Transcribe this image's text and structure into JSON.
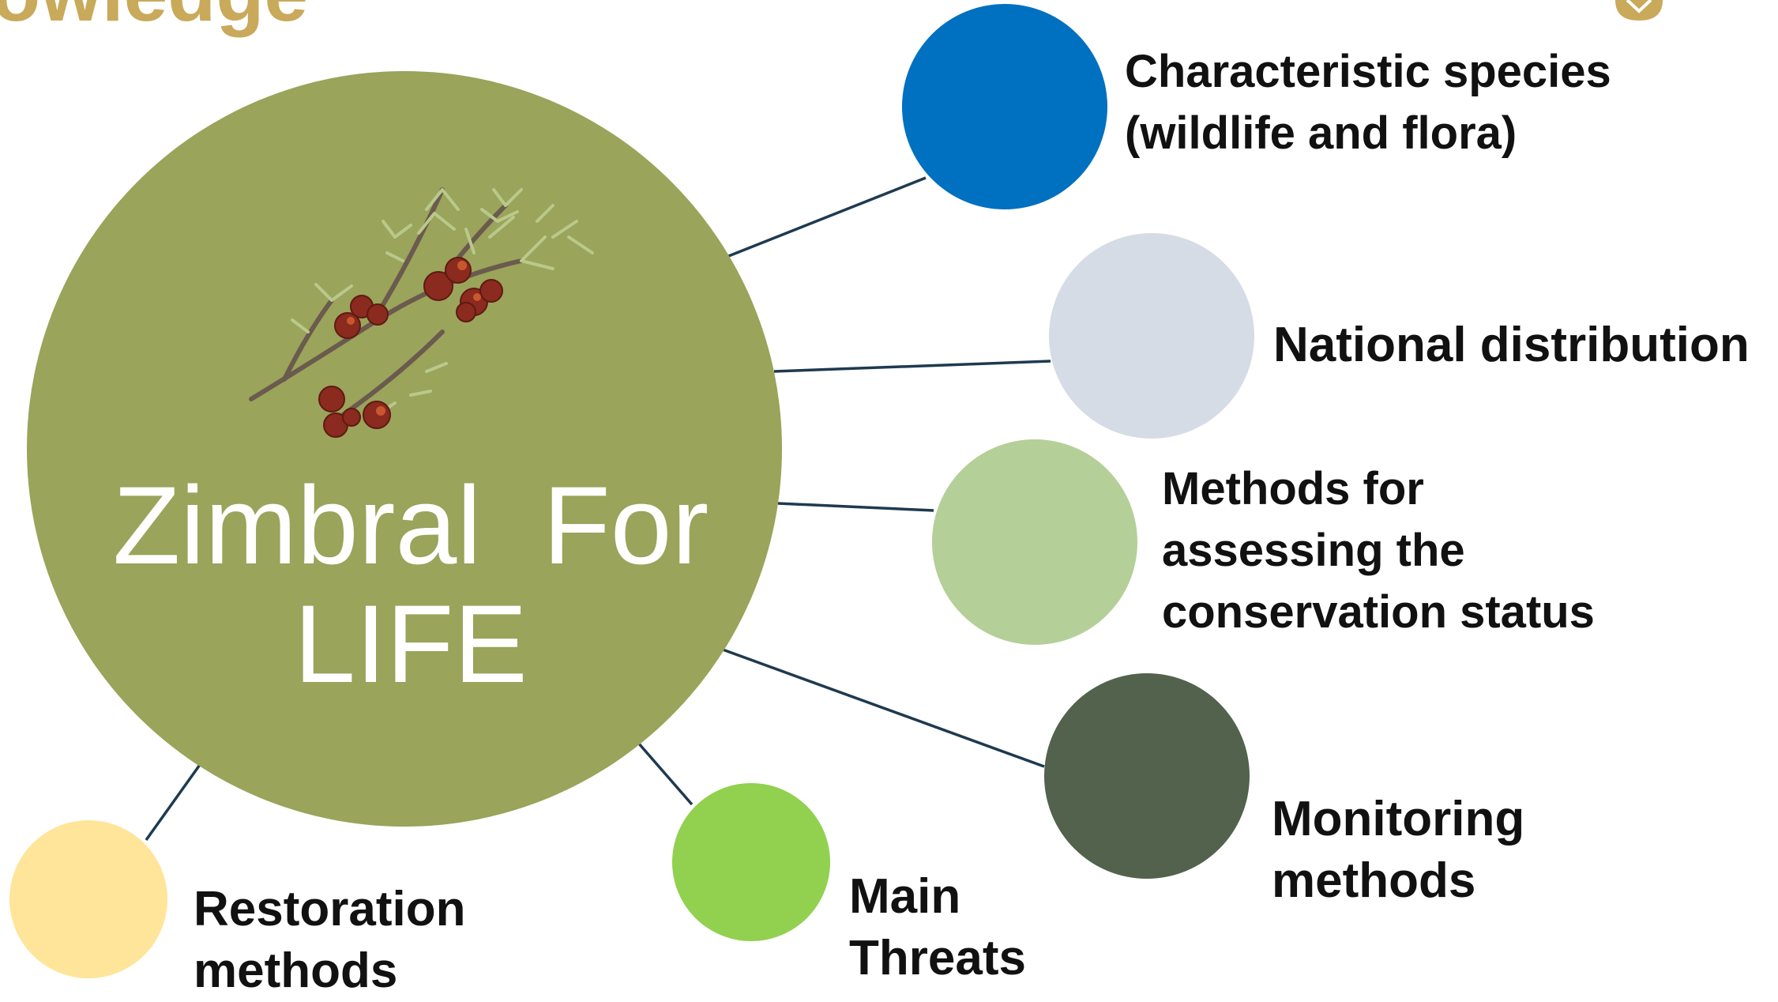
{
  "header": {
    "partial_title": "owledge"
  },
  "center": {
    "title_line1": "Zimbral  For",
    "title_line2": "LIFE",
    "color": "#9aa45a",
    "illustration": "juniper-branch-with-berries"
  },
  "accent_color": "#c9a95a",
  "connector_color": "#1e3a4f",
  "topics": [
    {
      "lines": [
        "Characteristic species",
        "(wildlife and flora)"
      ],
      "color": "#0070c0"
    },
    {
      "lines": [
        "National distribution"
      ],
      "color": "#d6dce5"
    },
    {
      "lines": [
        "Methods for",
        "assessing the",
        "conservation status"
      ],
      "color": "#b5cf98"
    },
    {
      "lines": [
        "Monitoring",
        "methods"
      ],
      "color": "#52624d"
    },
    {
      "lines": [
        "Main",
        "Threats"
      ],
      "color": "#92d050"
    },
    {
      "lines": [
        "Restoration",
        "methods"
      ],
      "color": "#ffe599"
    }
  ]
}
